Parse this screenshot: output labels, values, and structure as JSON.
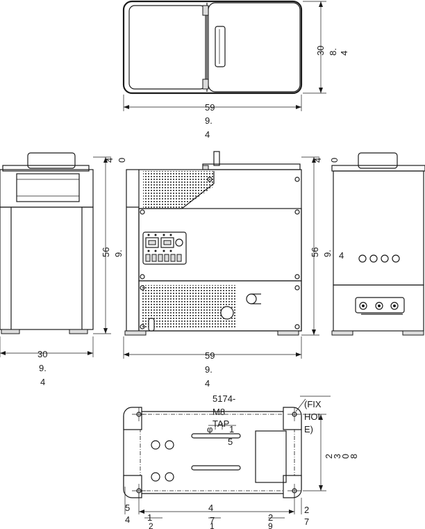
{
  "top_view": {
    "width_label": [
      "59",
      "9.",
      "4"
    ],
    "depth_label": [
      "30",
      "8.",
      "4"
    ]
  },
  "left_view": {
    "height_label": [
      "56",
      "9."
    ],
    "top_label": [
      "4",
      "0"
    ],
    "width_label": [
      "30",
      "9.",
      "4"
    ]
  },
  "front_view": {
    "height_label": [
      "56",
      "9.",
      "4"
    ],
    "top_label": [
      "4",
      "0"
    ],
    "width_label": [
      "59",
      "9.",
      "4"
    ]
  },
  "bottom_view": {
    "hole_spec": [
      "5174-",
      "M8",
      "TAP"
    ],
    "fix_hole": [
      "(FIX",
      "HOL",
      "E)"
    ],
    "phi_label": [
      "φ",
      "1",
      "5"
    ],
    "height_label": [
      "2",
      "3",
      "0",
      "8"
    ],
    "left_margin": [
      "5",
      "4"
    ],
    "inset_left": "1",
    "center_label": [
      "4",
      "7"
    ],
    "inset_right": "2",
    "right_margin": [
      "2",
      "7"
    ],
    "bottom_row_left": "2",
    "bottom_row_center": "1",
    "bottom_row_right": "9"
  }
}
